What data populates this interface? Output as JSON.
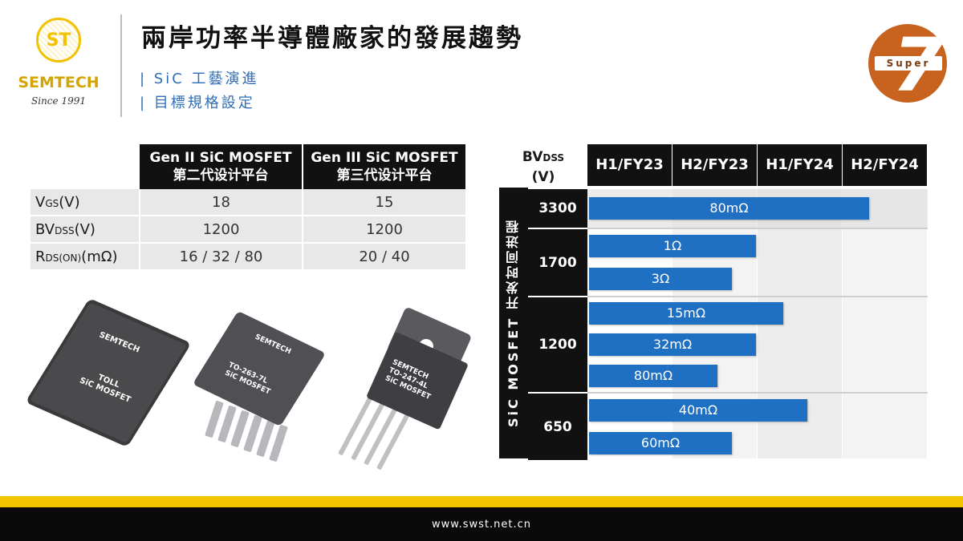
{
  "header": {
    "logo_badge": "ST",
    "logo_name": "SEMTECH",
    "logo_since": "Since 1991",
    "title": "兩岸功率半導體廠家的發展趨勢",
    "subtitle_1": "| SiC 工藝演進",
    "subtitle_2": "| 目標規格設定",
    "badge_word": "Super",
    "badge_number": "7",
    "accent_color": "#c8621f",
    "brand_yellow": "#f5c400",
    "subtitle_color": "#2e6db8"
  },
  "spec_table": {
    "columns": [
      {
        "line1": "Gen II SiC MOSFET",
        "line2": "第二代设计平台"
      },
      {
        "line1": "Gen III SiC MOSFET",
        "line2": "第三代设计平台"
      }
    ],
    "rows": [
      {
        "label_main": "V",
        "label_sub": "GS",
        "label_unit": "(V)",
        "values": [
          "18",
          "15"
        ]
      },
      {
        "label_main": "BV",
        "label_sub": "DSS",
        "label_unit": "(V)",
        "values": [
          "1200",
          "1200"
        ]
      },
      {
        "label_main": "R",
        "label_sub": "DS(ON)",
        "label_unit": "(mΩ)",
        "values": [
          "16 / 32 / 80",
          "20 / 40"
        ]
      }
    ]
  },
  "packages": {
    "toll": {
      "brand": "SEMTECH",
      "line1": "TOLL",
      "line2": "SiC MOSFET"
    },
    "to263": {
      "brand": "SEMTECH",
      "line1": "TO-263-7L",
      "line2": "SiC MOSFET"
    },
    "to247": {
      "brand": "SEMTECH",
      "line1": "TO-247-4L",
      "line2": "SiC MOSFET"
    }
  },
  "roadmap": {
    "bv_label_main": "BV",
    "bv_label_sub": "DSS",
    "bv_label_unit": "(V)",
    "vertical_label": "SiC MOSFET 开发时间进程",
    "periods": [
      "H1/FY23",
      "H2/FY23",
      "H1/FY24",
      "H2/FY24"
    ],
    "groups": [
      {
        "voltage": "3300",
        "bars": [
          {
            "label": "80mΩ",
            "end_period": 3.33
          }
        ]
      },
      {
        "voltage": "1700",
        "bars": [
          {
            "label": "1Ω",
            "end_period": 2.0
          },
          {
            "label": "3Ω",
            "end_period": 1.72
          }
        ]
      },
      {
        "voltage": "1200",
        "bars": [
          {
            "label": "15mΩ",
            "end_period": 2.32
          },
          {
            "label": "32mΩ",
            "end_period": 2.0
          },
          {
            "label": "80mΩ",
            "end_period": 1.55
          }
        ]
      },
      {
        "voltage": "650",
        "bars": [
          {
            "label": "40mΩ",
            "end_period": 2.6
          },
          {
            "label": "60mΩ",
            "end_period": 1.72
          }
        ]
      }
    ],
    "bar_color": "#1f6fc2"
  },
  "footer": {
    "url": "www.swst.net.cn"
  }
}
